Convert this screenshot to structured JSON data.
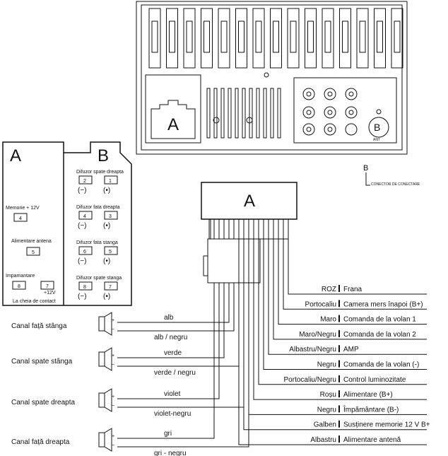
{
  "head_unit": {
    "connector_a_label": "A",
    "connector_b_label": "B",
    "antenna_label": "ANT"
  },
  "b_callout": {
    "letter": "B",
    "note": "CONECTOR DE CONECTARE"
  },
  "pinout": {
    "letter_a": "A",
    "letter_b": "B",
    "a_rows": [
      {
        "label": "Memorie + 12V",
        "pin": "4"
      },
      {
        "label": "Alimentare antena",
        "pin": "5"
      },
      {
        "label": "Impamantare",
        "pin": "8"
      },
      {
        "label": "+12V",
        "pin": "7"
      }
    ],
    "a_footer": "La cheia de contact",
    "b_groups": [
      {
        "label": "Difuzor spate dreapta",
        "neg_pin": "2",
        "pos_pin": "1"
      },
      {
        "label": "Difuzor fata dreapta",
        "neg_pin": "4",
        "pos_pin": "3"
      },
      {
        "label": "Difuzor fata stanga",
        "neg_pin": "6",
        "pos_pin": "5"
      },
      {
        "label": "Difuzor spate stanga",
        "neg_pin": "8",
        "pos_pin": "7"
      }
    ],
    "neg_sym": "(−)",
    "pos_sym": "(•)"
  },
  "harness_label": "A",
  "speakers": [
    {
      "channel": "Canal față stânga",
      "pos_wire": "alb",
      "neg_wire": "alb / negru"
    },
    {
      "channel": "Canal spate stânga",
      "pos_wire": "verde",
      "neg_wire": "verde / negru"
    },
    {
      "channel": "Canal spate dreapta",
      "pos_wire": "violet",
      "neg_wire": "violet-negru"
    },
    {
      "channel": "Canal față dreapta",
      "pos_wire": "gri",
      "neg_wire": "gri - negru"
    }
  ],
  "wires": [
    {
      "color": "ROZ",
      "function": "Frana"
    },
    {
      "color": "Portocaliu",
      "function": "Camera mers înapoi (B+)"
    },
    {
      "color": "Maro",
      "function": "Comanda de la volan 1"
    },
    {
      "color": "Maro/Negru",
      "function": "Comanda de la volan 2"
    },
    {
      "color": "Albastru/Negru",
      "function": "AMP"
    },
    {
      "color": "Negru",
      "function": "Comanda de la volan (-)"
    },
    {
      "color": "Portocaliu/Negru",
      "function": "Control luminozitate"
    },
    {
      "color": "Roșu",
      "function": "Alimentare (B+)"
    },
    {
      "color": "Negru",
      "function": "Împământare (B-)"
    },
    {
      "color": "Galben",
      "function": "Susținere memorie 12 V B+"
    },
    {
      "color": "Albastru",
      "function": "Alimentare antenă"
    }
  ]
}
